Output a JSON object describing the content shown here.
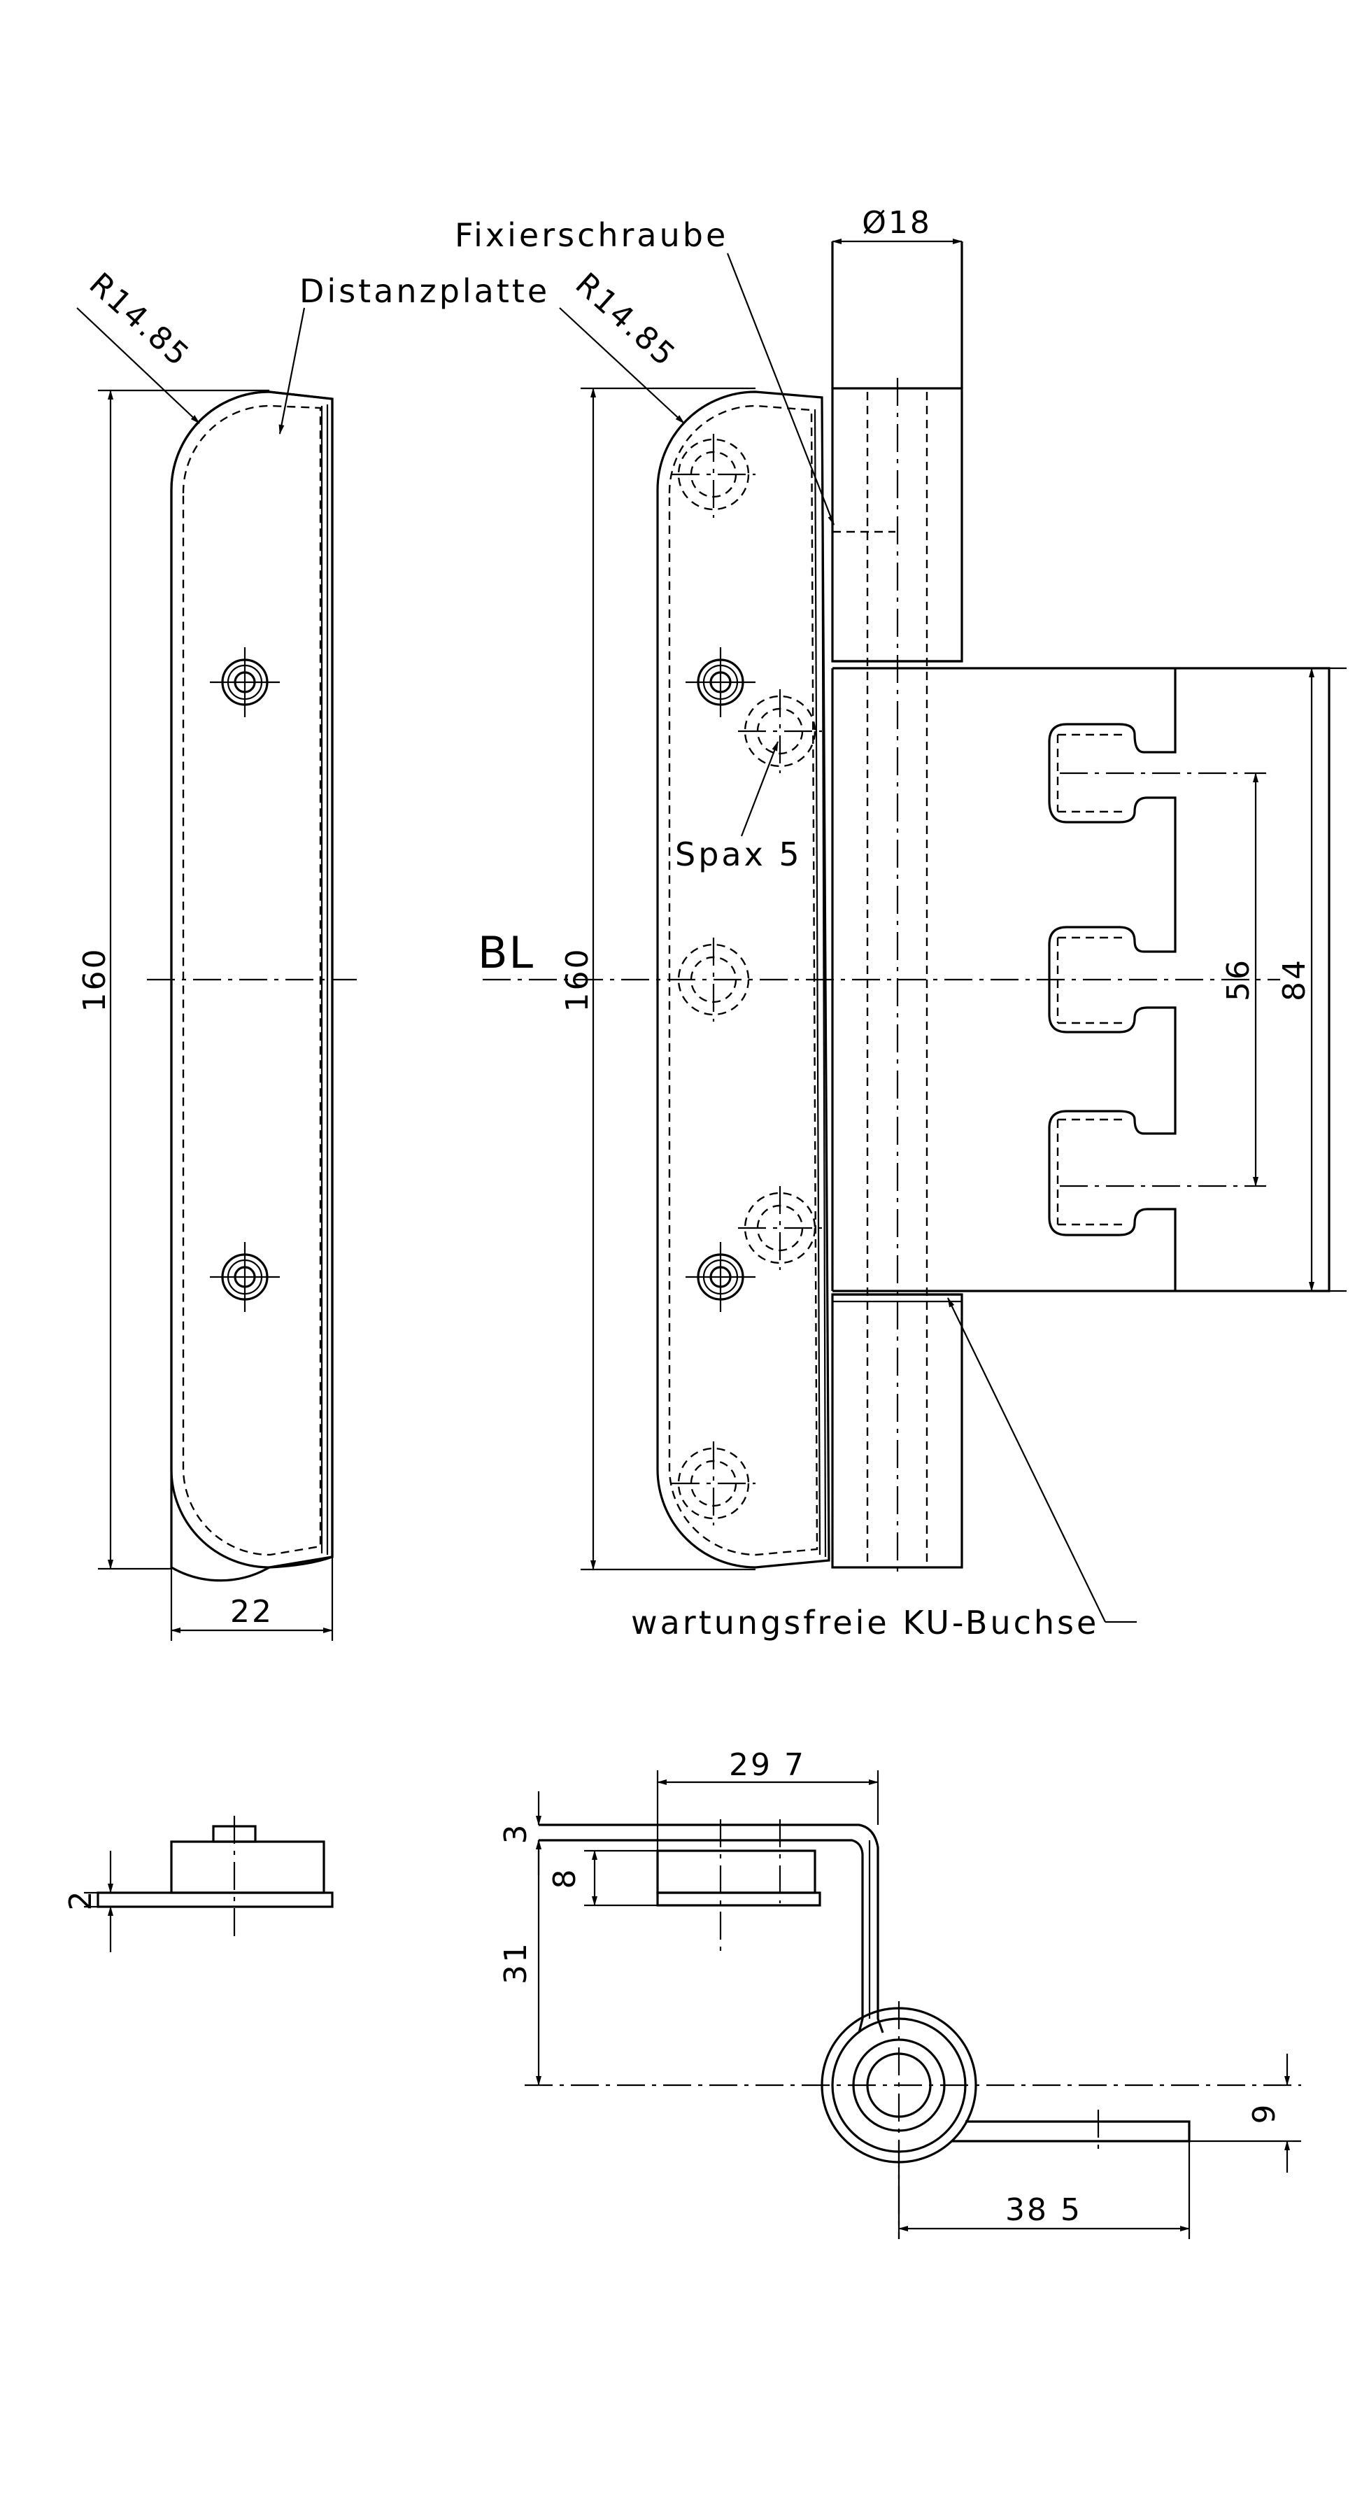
{
  "labels": {
    "fixierschraube": "Fixierschraube",
    "distanzplatte": "Distanzplatte",
    "spax": "Spax 5",
    "bl": "BL",
    "buchse": "wartungsfreie KU-Buchse"
  },
  "dimensions": {
    "radius_left": "R14.85",
    "radius_right": "R14.85",
    "diameter": "Ø18",
    "height_left": "160",
    "height_right": "160",
    "width_left": "22",
    "dist_56": "56",
    "dist_84": "84",
    "thick_2": "2",
    "w_297": "29 7",
    "d_3": "3",
    "d_8": "8",
    "d_31": "31",
    "d_9": "9",
    "w_385": "38 5"
  }
}
